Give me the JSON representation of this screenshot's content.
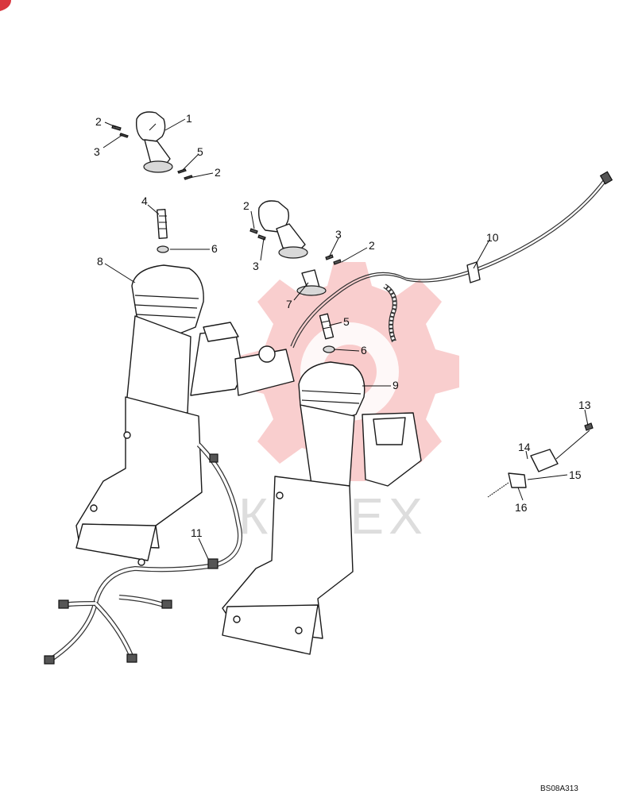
{
  "diagram": {
    "reference_code": "BS08A313",
    "watermark_text": "КИТЕХ",
    "callouts": [
      {
        "id": "c1",
        "label": "1"
      },
      {
        "id": "c2a",
        "label": "2"
      },
      {
        "id": "c3a",
        "label": "3"
      },
      {
        "id": "c5a",
        "label": "5"
      },
      {
        "id": "c2b",
        "label": "2"
      },
      {
        "id": "c4",
        "label": "4"
      },
      {
        "id": "c6a",
        "label": "6"
      },
      {
        "id": "c8",
        "label": "8"
      },
      {
        "id": "c2c",
        "label": "2"
      },
      {
        "id": "c3b",
        "label": "3"
      },
      {
        "id": "c3c",
        "label": "3"
      },
      {
        "id": "c2d",
        "label": "2"
      },
      {
        "id": "c10",
        "label": "10"
      },
      {
        "id": "c7",
        "label": "7"
      },
      {
        "id": "c5b",
        "label": "5"
      },
      {
        "id": "c6b",
        "label": "6"
      },
      {
        "id": "c9",
        "label": "9"
      },
      {
        "id": "c13",
        "label": "13"
      },
      {
        "id": "c14",
        "label": "14"
      },
      {
        "id": "c15",
        "label": "15"
      },
      {
        "id": "c16",
        "label": "16"
      },
      {
        "id": "c11",
        "label": "11"
      }
    ]
  }
}
